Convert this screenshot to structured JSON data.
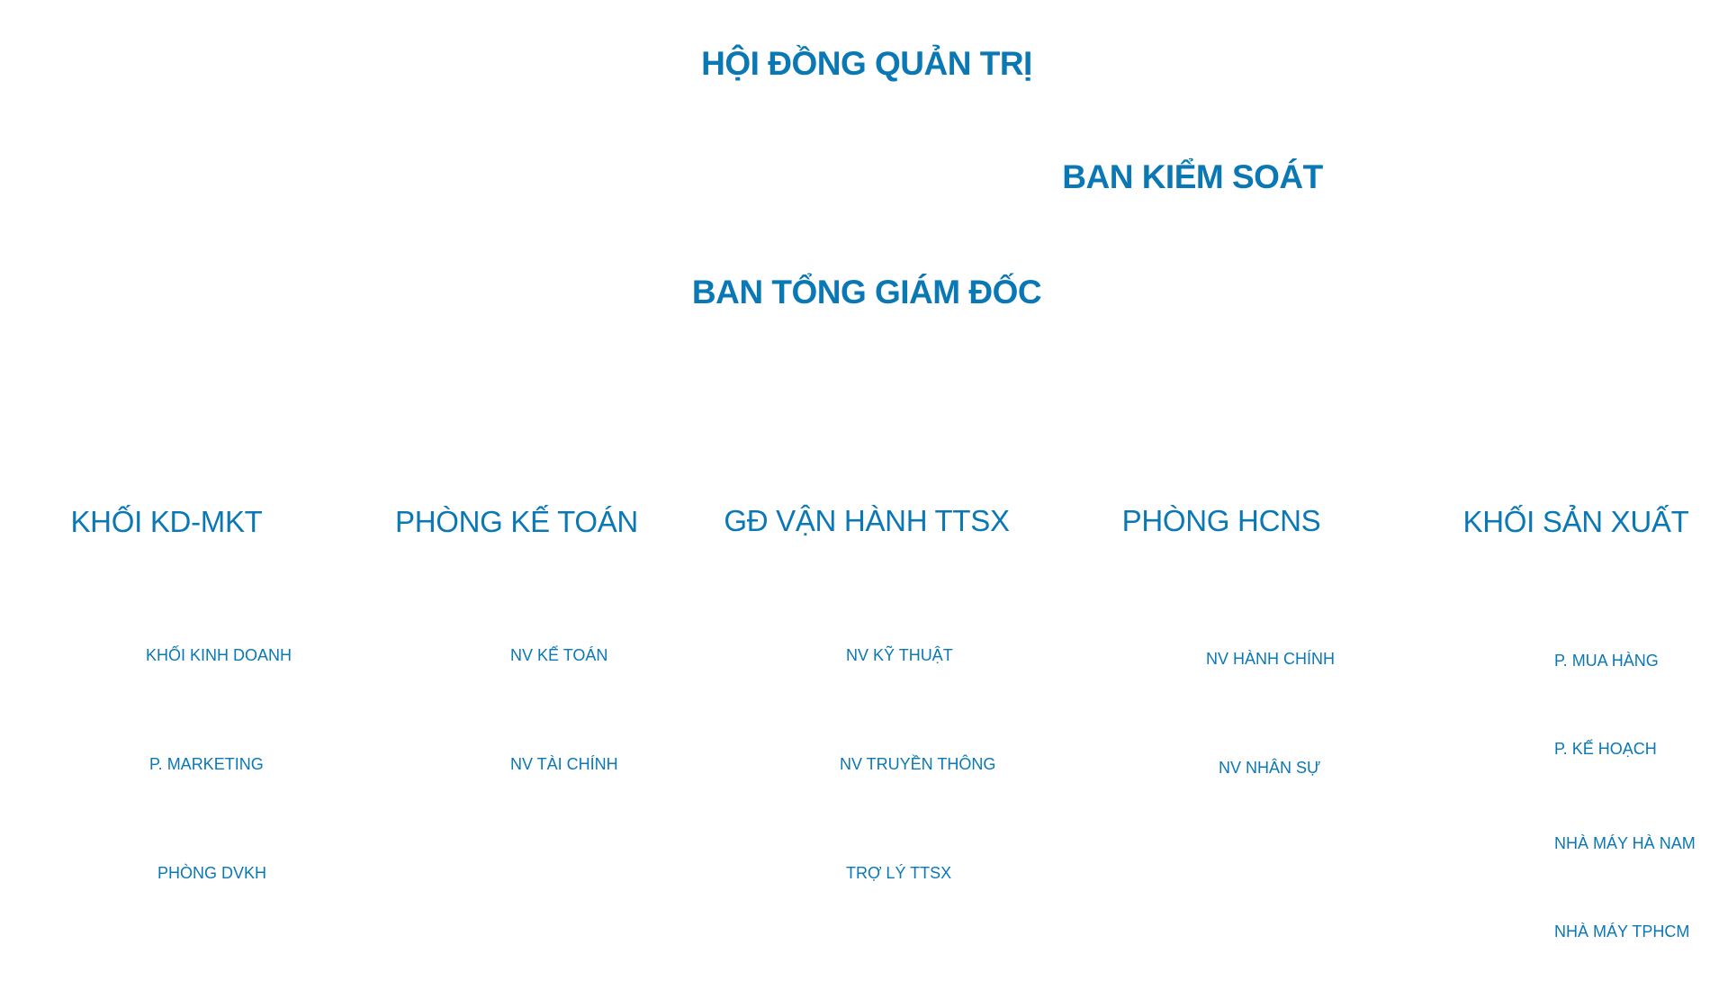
{
  "board": "HỘI ĐỒNG QUẢN TRỊ",
  "supervisory": "BAN KIỂM SOÁT",
  "executive": "BAN TỔNG GIÁM ĐỐC",
  "departments": [
    {
      "title": "KHỐI KD-MKT",
      "items": [
        "KHỐI KINH DOANH",
        "P. MARKETING",
        "PHÒNG DVKH"
      ]
    },
    {
      "title": "PHÒNG KẾ TOÁN",
      "items": [
        "NV KẾ TOÁN",
        "NV TÀI CHÍNH"
      ]
    },
    {
      "title": "GĐ VẬN HÀNH TTSX",
      "items": [
        "NV KỸ THUẬT",
        "NV TRUYỀN THÔNG",
        "TRỢ LÝ TTSX"
      ]
    },
    {
      "title": "PHÒNG HCNS",
      "items": [
        "NV HÀNH CHÍNH",
        "NV NHÂN SỰ"
      ]
    },
    {
      "title": "KHỐI SẢN XUẤT",
      "items": [
        "P. MUA HÀNG",
        "P. KẾ HOẠCH",
        "NHÀ MÁY HÀ NAM",
        "NHÀ MÁY TPHCM"
      ]
    }
  ]
}
